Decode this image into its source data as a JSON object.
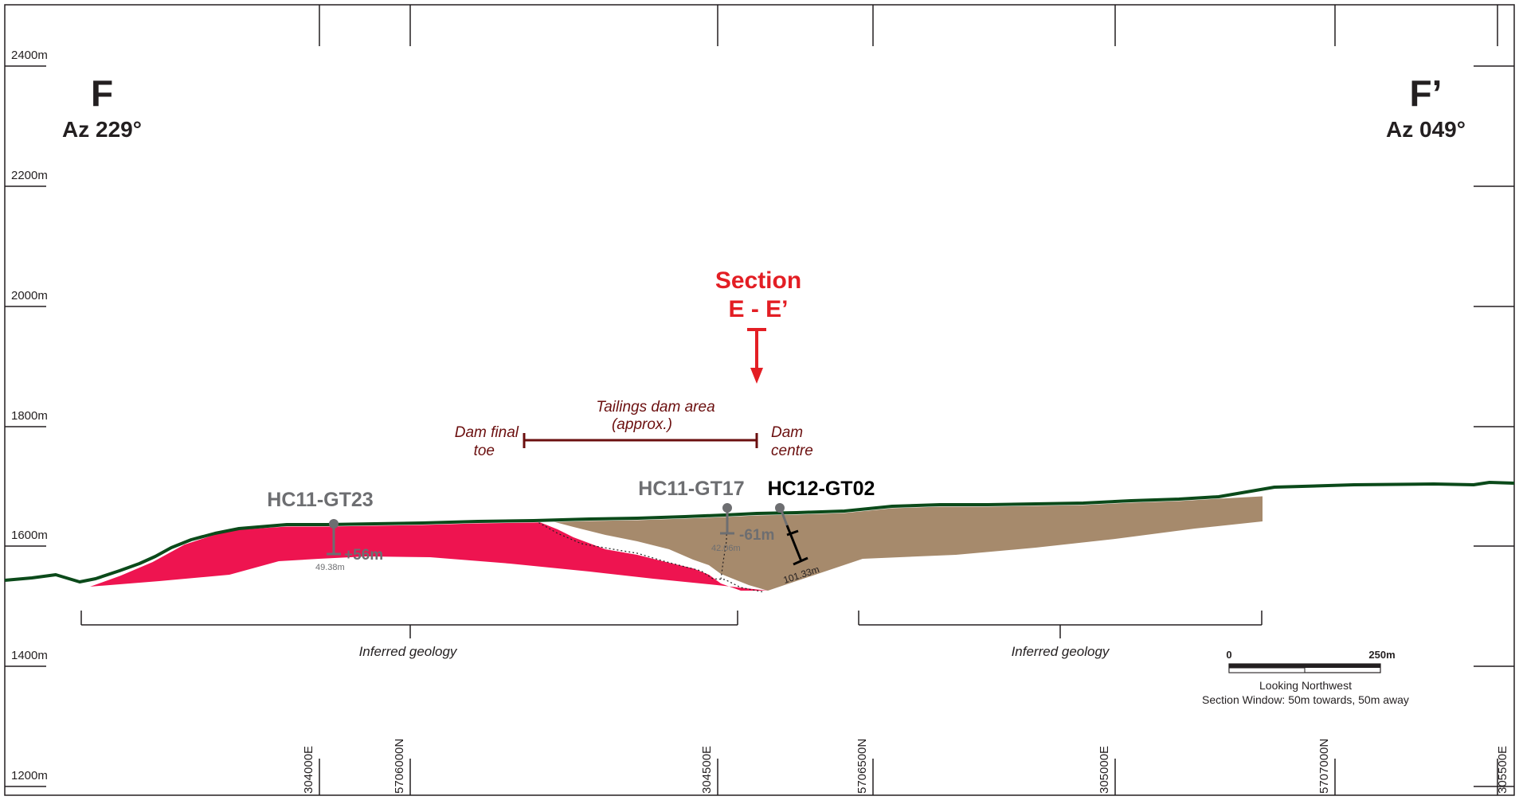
{
  "section": {
    "left_label": "F",
    "left_azimuth": "Az 229°",
    "right_label": "F’",
    "right_azimuth": "Az 049°"
  },
  "elevations": [
    "2400m",
    "2200m",
    "2000m",
    "1800m",
    "1600m",
    "1400m",
    "1200m"
  ],
  "coordinates": [
    "304000E",
    "5706000N",
    "304500E",
    "5706500N",
    "305000E",
    "5707000N",
    "305500E"
  ],
  "callout": {
    "line1": "Section",
    "line2": "E - E’",
    "color": "#e31e24"
  },
  "annotations": {
    "tailings_line1": "Tailings dam area",
    "tailings_line2": "(approx.)",
    "dam_toe_line1": "Dam final",
    "dam_toe_line2": "toe",
    "dam_centre_line1": "Dam",
    "dam_centre_line2": "centre",
    "color": "#6b0f0f"
  },
  "drillholes": [
    {
      "name": "HC11-GT23",
      "offset": "+56m",
      "depth": "49.38m"
    },
    {
      "name": "HC11-GT17",
      "offset": "-61m",
      "depth": "42.06m"
    },
    {
      "name": "HC12-GT02",
      "depth": "101.33m"
    }
  ],
  "inferred": [
    "Inferred geology",
    "Inferred geology"
  ],
  "scale": {
    "start": "0",
    "end": "250m",
    "view_note": "Looking Northwest",
    "window_note": "Section Window: 50m towards, 50m away"
  },
  "colors": {
    "topography": "#0b4a1a",
    "unit_pink": "#ee1450",
    "unit_tan": "#a68a6c",
    "grey_hole": "#6d6e71"
  }
}
